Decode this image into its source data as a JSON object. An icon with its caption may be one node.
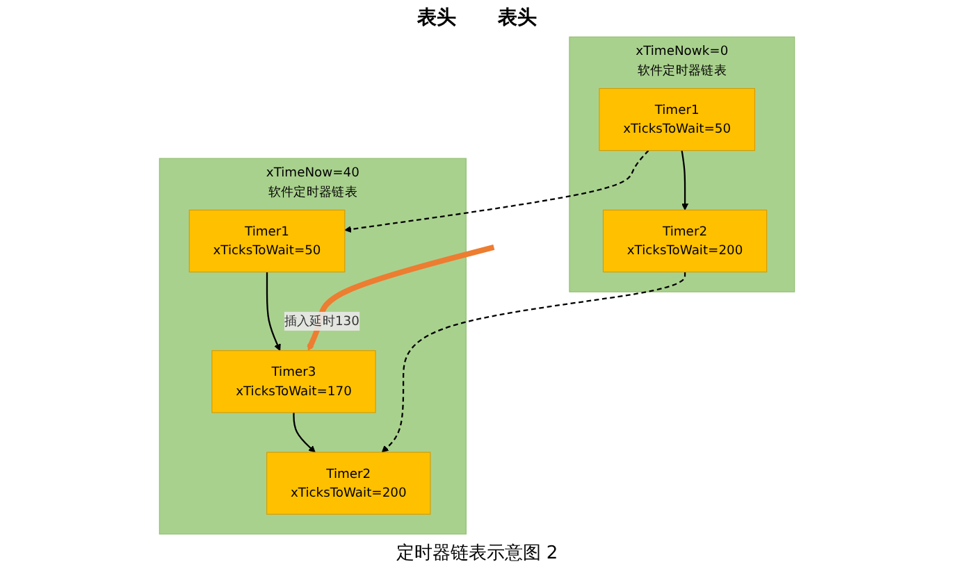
{
  "diagram": {
    "caption": "定时器链表示意图 2",
    "nodes": [
      {
        "text": [
          "xTimeNowk=0",
          "软件定时器链表"
        ]
      },
      {
        "text": [
          "Timer1",
          "xTicksToWait=50"
        ],
        "in": 0
      },
      {
        "text": [
          "Timer2",
          "xTicksToWait=200"
        ],
        "in": 0
      },
      {
        "text": [
          "xTimeNow=40",
          "软件定时器链表"
        ]
      },
      {
        "text": [
          "Timer1",
          "xTicksToWait=50"
        ],
        "in": 3
      },
      {
        "text": [
          "Timer3",
          "xTicksToWait=170"
        ],
        "in": 3
      },
      {
        "text": [
          "Timer2",
          "xTicksToWait=200"
        ],
        "in": 3
      }
    ],
    "edges": [
      {
        "from": 1,
        "to": 2,
        "arrow": "to"
      },
      {
        "from": 4,
        "to": 5,
        "arrow": "to"
      },
      {
        "from": 5,
        "to": 6,
        "arrow": "to"
      },
      {
        "from": 1,
        "to": 4,
        "arrow": "to",
        "style": "dashed"
      },
      {
        "from": 2,
        "to": 6,
        "arrow": "to",
        "style": "dashed"
      },
      {
        "from": null,
        "to": 5,
        "arrow": "to",
        "label": "插入延时130",
        "style": "thick",
        "color": "#ed7d31"
      }
    ],
    "labels": [
      "表头",
      "表头"
    ]
  }
}
